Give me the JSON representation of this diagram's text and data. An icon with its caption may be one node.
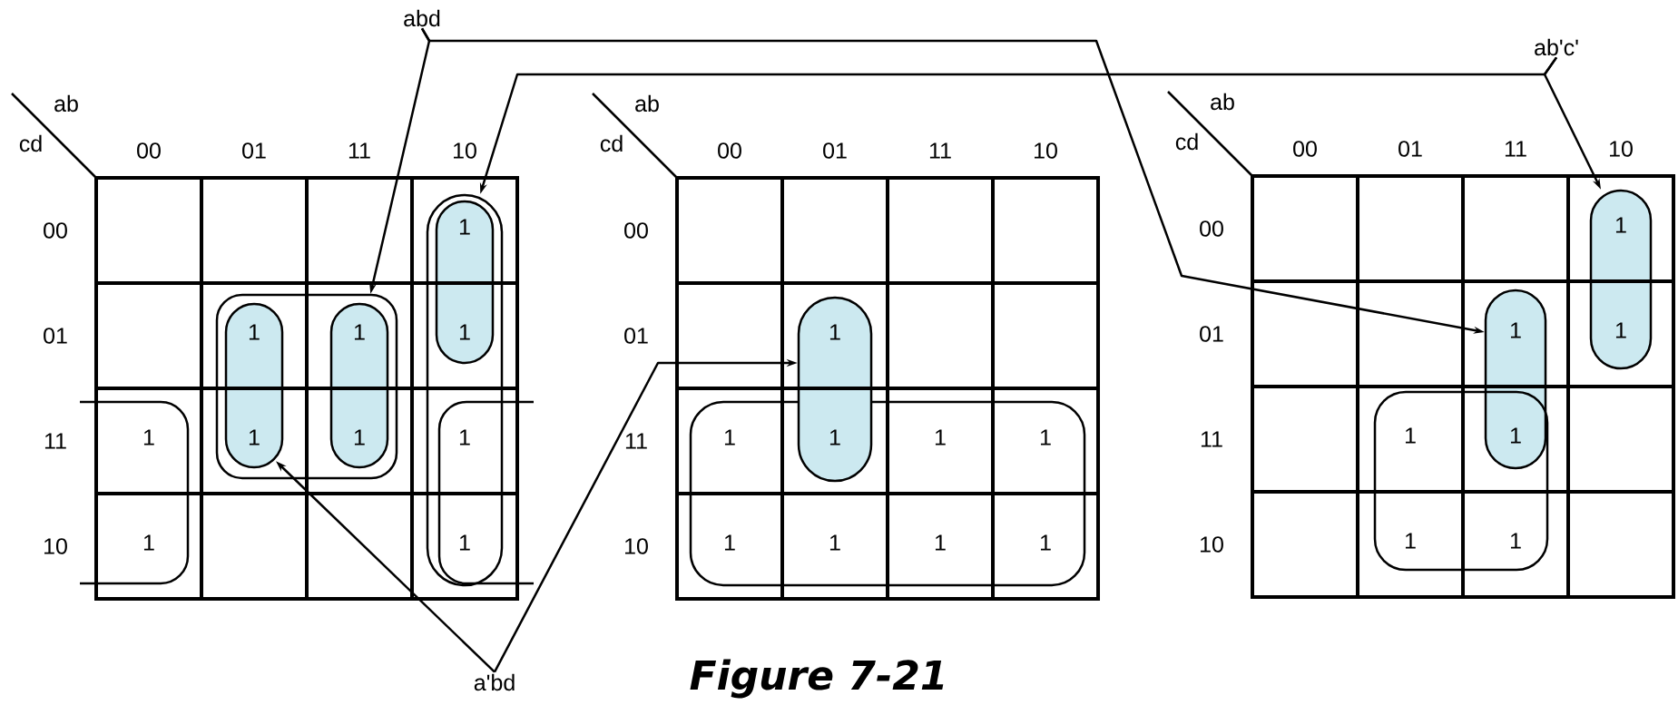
{
  "diagram": {
    "caption": "Figure 7-21",
    "nodes": [
      {
        "text": [
          "abd"
        ]
      },
      {
        "text": [
          "ab'c'"
        ]
      },
      {
        "text": [
          "a'bd"
        ]
      },
      {
        "text": [],
        "shape": "box"
      },
      {
        "text": [],
        "shape": "box",
        "in": 3
      },
      {
        "text": [],
        "shape": "box",
        "in": 3
      },
      {
        "text": [],
        "shape": "box"
      },
      {
        "text": [],
        "shape": "box",
        "in": 6
      },
      {
        "text": [],
        "shape": "box"
      },
      {
        "text": [],
        "shape": "box"
      },
      {
        "text": [],
        "shape": "box"
      },
      {
        "text": [],
        "shape": "box"
      },
      {
        "text": [],
        "shape": "box"
      }
    ],
    "edges": [
      {
        "from": 0,
        "to": 3,
        "arrow": "to"
      },
      {
        "from": 0,
        "to": 11,
        "arrow": "to"
      },
      {
        "from": 1,
        "to": 6,
        "arrow": "to"
      },
      {
        "from": 1,
        "to": 10,
        "arrow": "to"
      },
      {
        "from": 2,
        "to": 4,
        "arrow": "to"
      },
      {
        "from": 2,
        "to": 9,
        "arrow": "to"
      }
    ],
    "labels": [
      "ab",
      "cd",
      "00",
      "01",
      "11",
      "10",
      "00",
      "01",
      "11",
      "10",
      "1",
      "1",
      "1",
      "1",
      "1",
      "1",
      "1",
      "1",
      "1",
      "1",
      "ab",
      "cd",
      "00",
      "01",
      "11",
      "10",
      "00",
      "01",
      "11",
      "10",
      "1",
      "1",
      "1",
      "1",
      "1",
      "1",
      "1",
      "1",
      "1",
      "ab",
      "cd",
      "00",
      "01",
      "11",
      "10",
      "00",
      "01",
      "11",
      "10",
      "1",
      "1",
      "1",
      "1",
      "1",
      "1",
      "1"
    ]
  }
}
